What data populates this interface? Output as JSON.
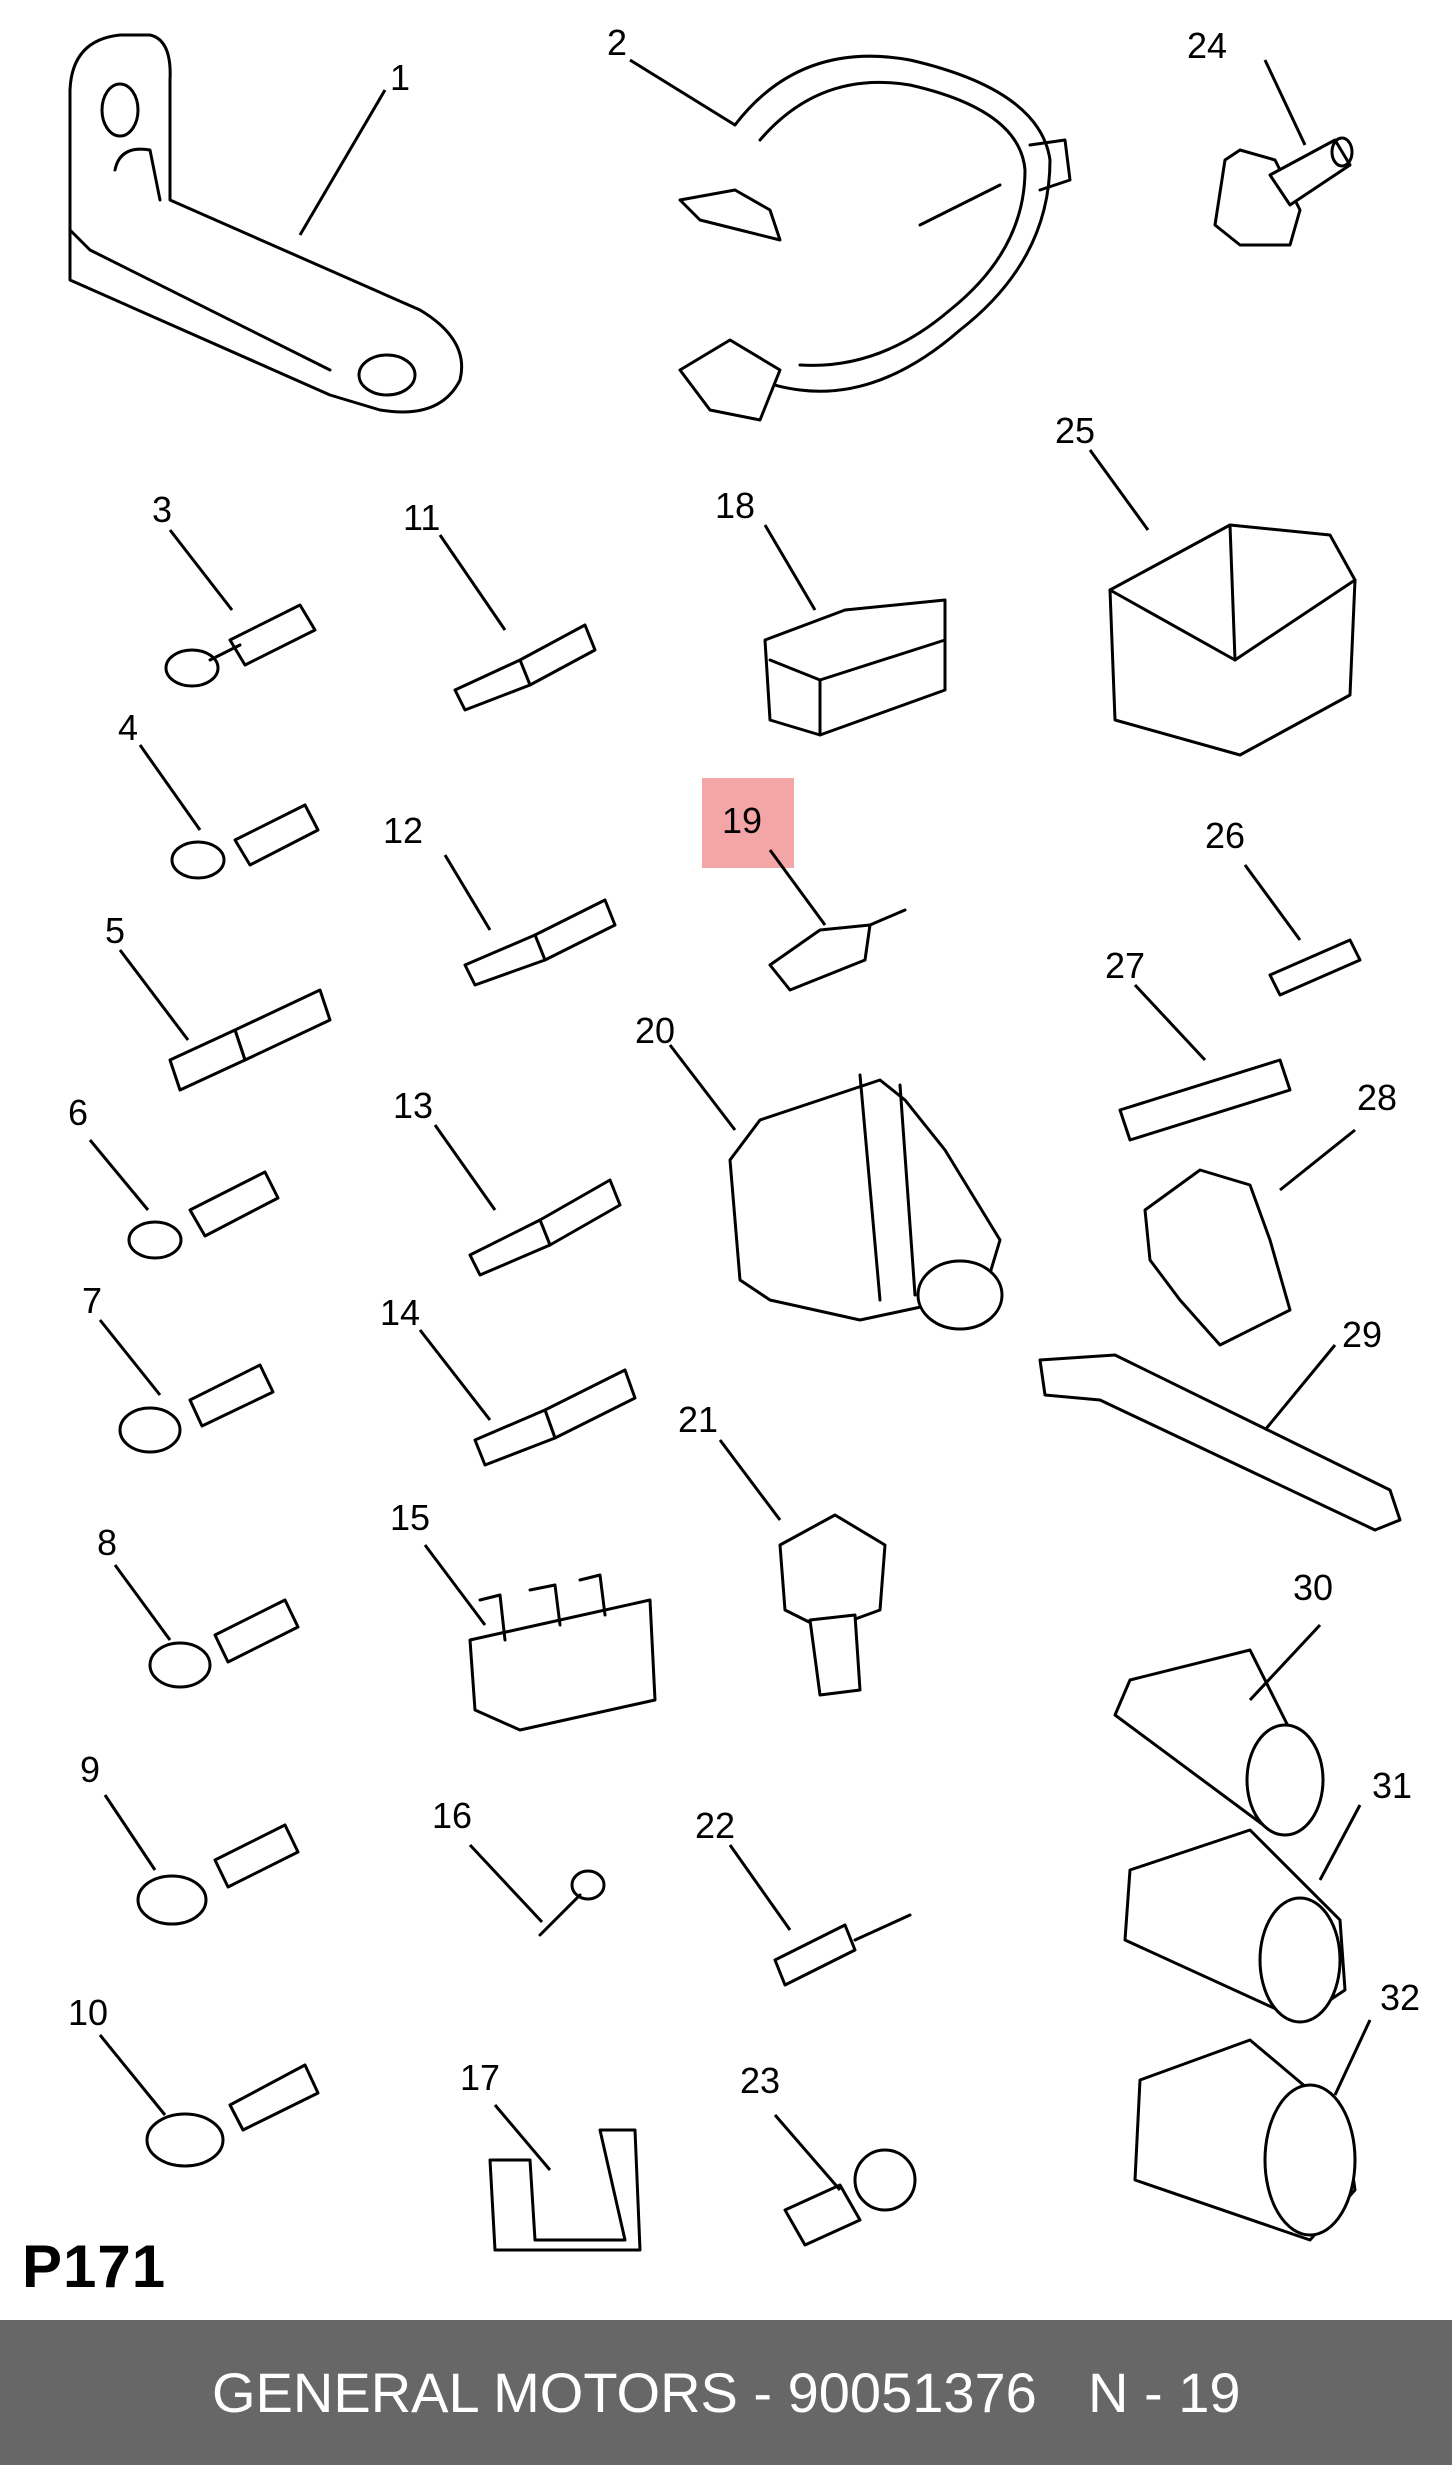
{
  "labels": [
    "1",
    "2",
    "3",
    "4",
    "5",
    "6",
    "7",
    "8",
    "9",
    "10",
    "11",
    "12",
    "13",
    "14",
    "15",
    "16",
    "17",
    "18",
    "19",
    "20",
    "21",
    "22",
    "23",
    "24",
    "25",
    "26",
    "27",
    "28",
    "29",
    "30",
    "31",
    "32"
  ],
  "highlighted_part": "19",
  "page_code": "P171",
  "footer": {
    "brand_and_part": "GENERAL MOTORS - 90051376",
    "reference": "N - 19",
    "background": "#676767",
    "text_color": "#ffffff"
  },
  "highlight_color": "#f08080"
}
